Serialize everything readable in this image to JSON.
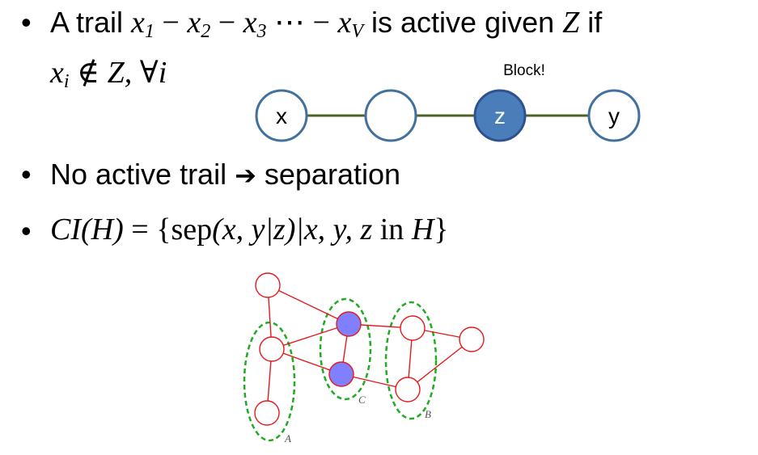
{
  "bullets": {
    "b1": {
      "symbol": "•",
      "t_a": "A trail ",
      "x1": "x",
      "s1": "1",
      "dash1": " − ",
      "x2": "x",
      "s2": "2",
      "dash2": " − ",
      "x3": "x",
      "s3": "3",
      "dots": " ⋯ − ",
      "xv": "x",
      "sv": "V",
      "t_b": " is active given ",
      "zvar": "Z",
      "t_c": " if",
      "line2_x": "x",
      "line2_sub": "i",
      "line2_rest": " ∉ Z, ∀i"
    },
    "b2": {
      "symbol": "•",
      "t_a": "No active trail ",
      "arrow": "➔",
      "t_b": " separation"
    },
    "b3": {
      "symbol": "•",
      "lhs": "CI(H)",
      "eq": " = {",
      "sep": "sep",
      "args": "(x, y|z)|x, y, z",
      "in": " in ",
      "H": "H",
      "close": "}"
    }
  },
  "trail": {
    "block_label": "Block!",
    "nodes": [
      {
        "label": "x",
        "filled": false
      },
      {
        "label": "",
        "filled": false
      },
      {
        "label": "z",
        "filled": true
      },
      {
        "label": "y",
        "filled": false
      }
    ],
    "colors": {
      "edge": "#4f6228",
      "node_stroke": "#41719c",
      "node_fill_open": "#ffffff",
      "node_fill_blocked": "#4a7ebb",
      "node_stroke_blocked": "#2f528f"
    }
  },
  "graph": {
    "set_labels": {
      "a": "A",
      "b": "B",
      "c": "C"
    },
    "colors": {
      "edge": "#e31a1c",
      "node_stroke": "#e31a1c",
      "node_fill": "#ffffff",
      "node_fill_observed": "#8080ff",
      "ellipse": "#22aa22"
    }
  }
}
